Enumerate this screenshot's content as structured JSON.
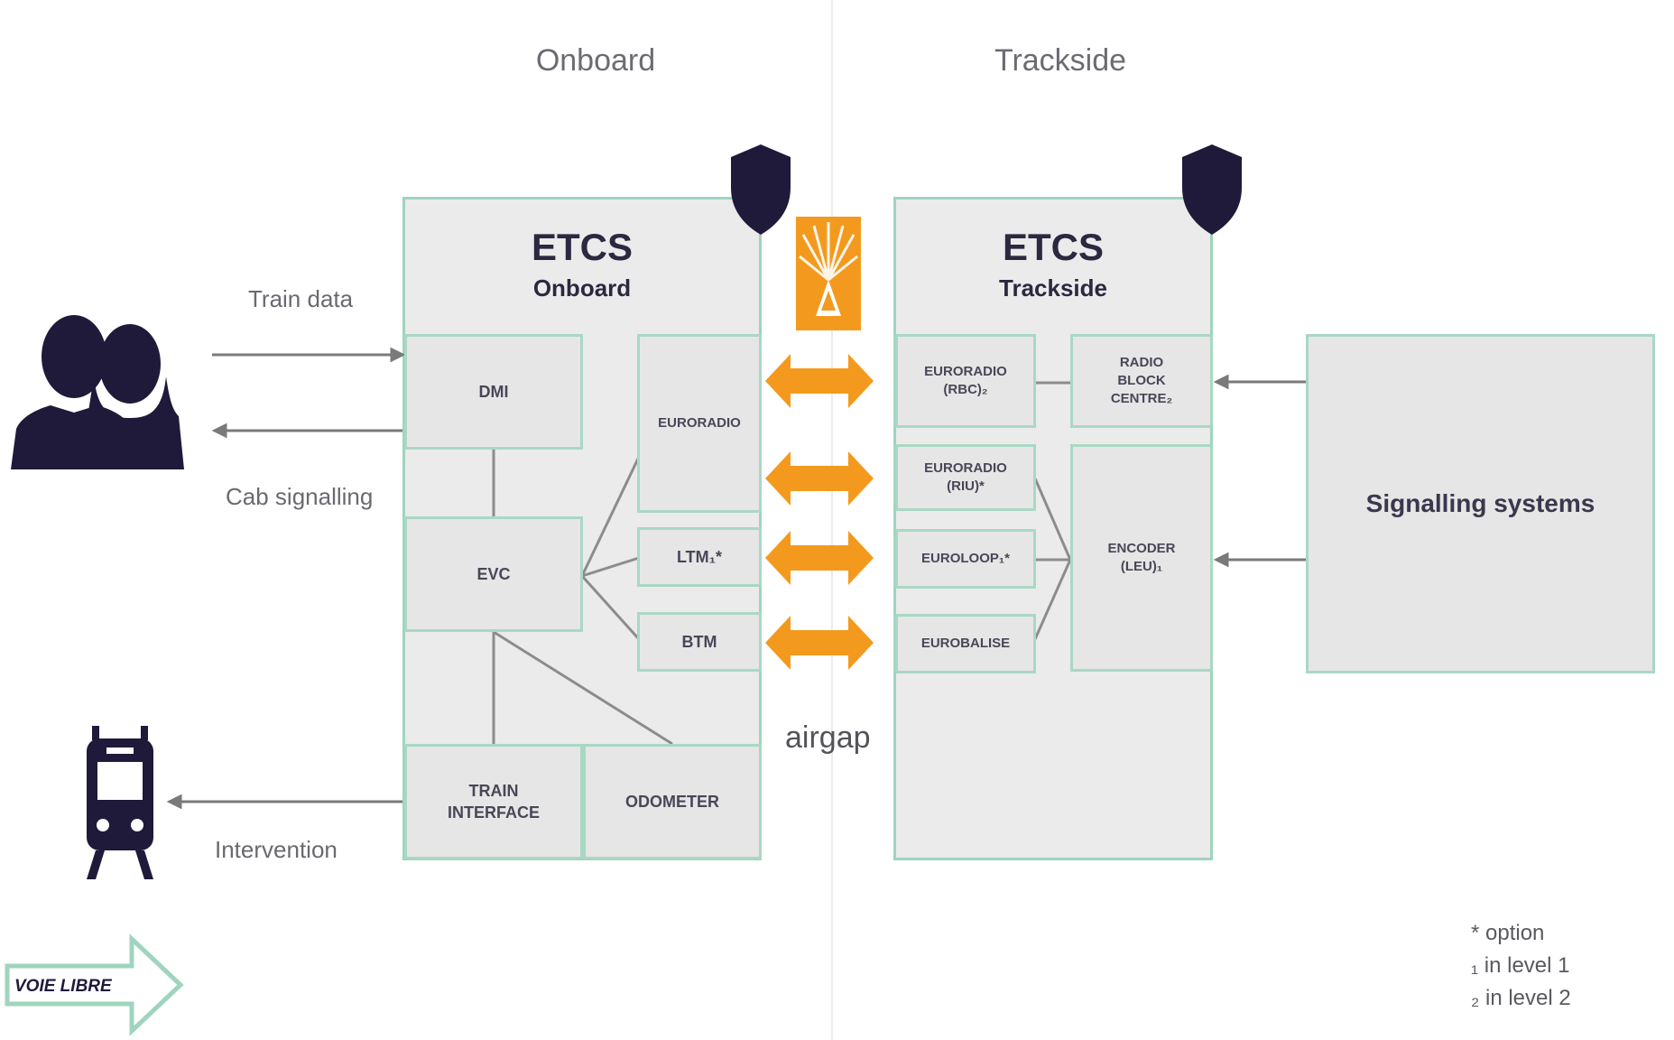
{
  "headers": {
    "onboard": "Onboard",
    "trackside": "Trackside"
  },
  "onboard": {
    "title": "ETCS",
    "subtitle": "Onboard",
    "modules": {
      "dmi": "DMI",
      "evc": "EVC",
      "euroradio": "EURORADIO",
      "ltm": "LTM₁*",
      "btm": "BTM",
      "train_interface": "TRAIN\nINTERFACE",
      "odometer": "ODOMETER"
    }
  },
  "trackside": {
    "title": "ETCS",
    "subtitle": "Trackside",
    "modules": {
      "euroradio_rbc": "EURORADIO\n(RBC)₂",
      "euroradio_rbc_opt": "EURORADIO\n(RIU)*",
      "euroloop": "EUROLOOP₁*",
      "eurobalise": "EUROBALISE",
      "radio_block_centre": "RADIO\nBLOCK\nCENTRE₂",
      "encoder": "ENCODER\n(LEU)₁"
    }
  },
  "signalling_systems": "Signalling systems",
  "labels": {
    "train_data": "Train data",
    "cab_signalling": "Cab signalling",
    "intervention": "Intervention",
    "airgap": "airgap"
  },
  "legend": [
    "* option",
    "₁ in level 1",
    "₂ in level 2"
  ],
  "watermark": "VOIE LIBRE",
  "colors": {
    "box_border": "#9fd4be",
    "box_fill": "#ebebeb",
    "arrow_orange": "#f39a1e",
    "icon_dark": "#1f1a3a"
  },
  "icons": {
    "people": "people-icon",
    "train": "train-icon",
    "shield": "shield-icon",
    "antenna": "radio-antenna-icon",
    "logo": "voie-libre-logo"
  }
}
